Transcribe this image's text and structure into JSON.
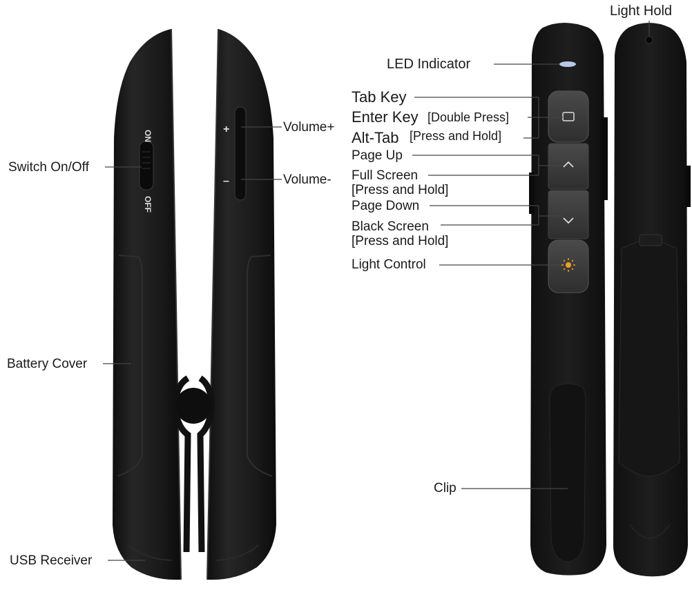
{
  "side_view": {
    "switch_on": "ON",
    "switch_off": "OFF",
    "plus_mark": "+",
    "minus_mark": "–"
  },
  "callouts": {
    "switch": "Switch On/Off",
    "battery_cover": "Battery Cover",
    "usb_receiver": "USB Receiver",
    "volume_up": "Volume+",
    "volume_down": "Volume-",
    "light_hold": "Light Hold",
    "led_indicator": "LED Indicator",
    "tab_key": "Tab Key",
    "enter_key": "Enter Key",
    "enter_key_note": "[Double Press]",
    "alt_tab": "Alt-Tab",
    "alt_tab_note": "[Press and Hold]",
    "page_up": "Page Up",
    "full_screen": "Full Screen",
    "full_screen_note": "[Press and Hold]",
    "page_down": "Page Down",
    "black_screen": "Black Screen",
    "black_screen_note": "[Press and Hold]",
    "light_control": "Light Control",
    "clip": "Clip"
  },
  "icons": [
    "window-icon",
    "chevron-up-icon",
    "chevron-down-icon",
    "sun-icon"
  ],
  "colors": {
    "body": "#1b1b1b",
    "body_edge": "#2e2e2e",
    "button": "#3a3a3a",
    "light_icon": "#f0a020",
    "led": "#b8c8e8"
  }
}
